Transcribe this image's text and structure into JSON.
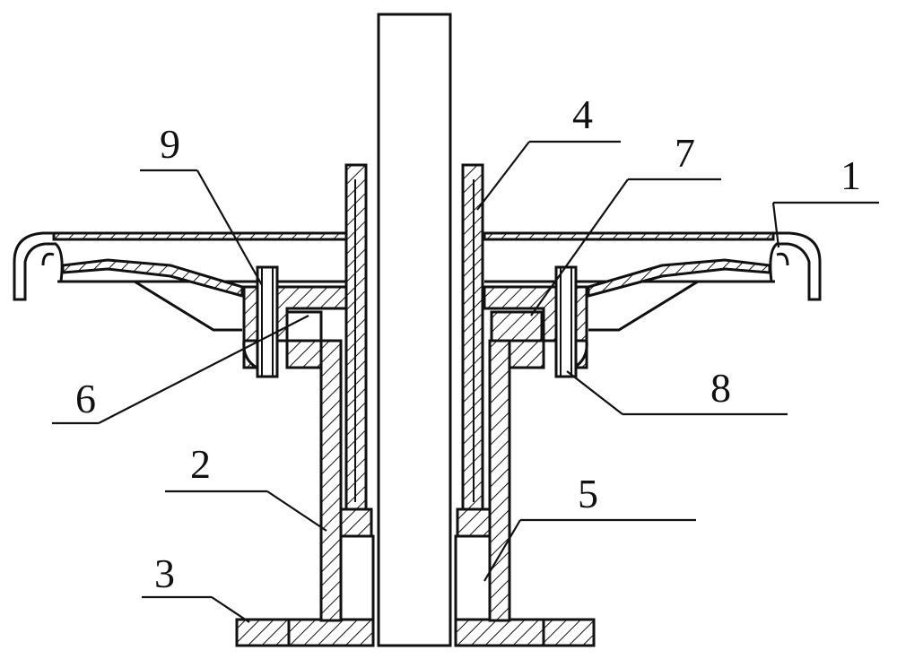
{
  "diagram": {
    "type": "mechanical cross-section drawing",
    "line_color": "#111111",
    "background": "#ffffff",
    "callouts": [
      {
        "id": "c1",
        "label": "1"
      },
      {
        "id": "c2",
        "label": "2"
      },
      {
        "id": "c3",
        "label": "3"
      },
      {
        "id": "c4",
        "label": "4"
      },
      {
        "id": "c5",
        "label": "5"
      },
      {
        "id": "c6",
        "label": "6"
      },
      {
        "id": "c7",
        "label": "7"
      },
      {
        "id": "c8",
        "label": "8"
      },
      {
        "id": "c9",
        "label": "9"
      }
    ]
  }
}
